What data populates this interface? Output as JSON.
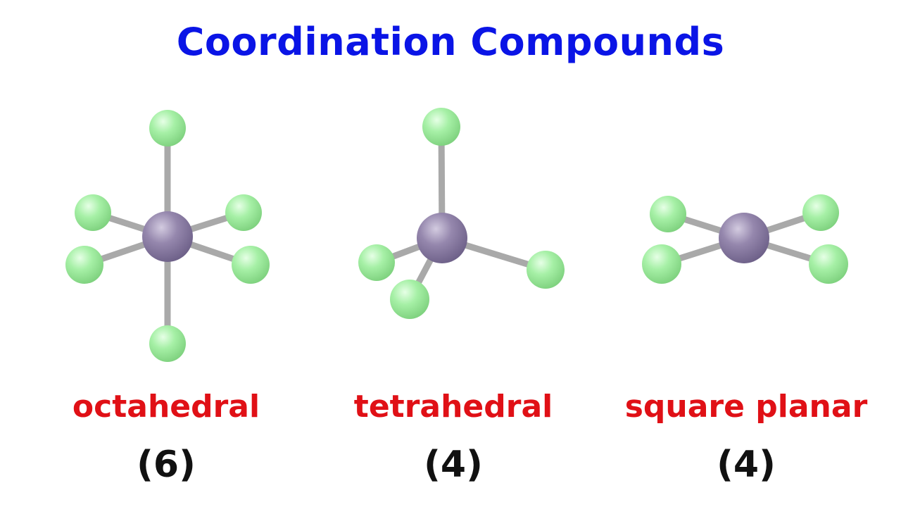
{
  "title": "Coordination Compounds",
  "colors": {
    "title": "#0a14e6",
    "geometry_label": "#e01016",
    "coordination_number": "#111111",
    "central_atom": "#8e80a6",
    "ligand_atom": "#9ef09e",
    "bond": "#a8a8a8"
  },
  "geometries": [
    {
      "name": "octahedral",
      "coordination": "(6)"
    },
    {
      "name": "tetrahedral",
      "coordination": "(4)"
    },
    {
      "name": "square planar",
      "coordination": "(4)"
    }
  ]
}
